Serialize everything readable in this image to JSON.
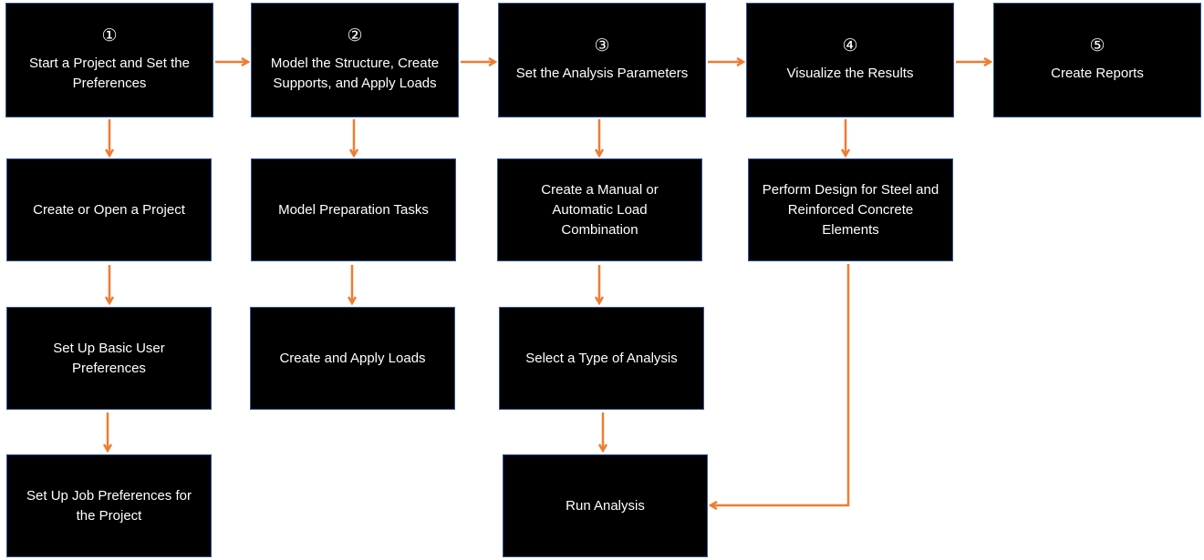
{
  "colors": {
    "box_fill": "#000000",
    "box_border": "#2f5597",
    "text": "#ffffff",
    "arrow": "#ed7d31"
  },
  "steps": [
    {
      "num": "①",
      "label": "Start a Project and Set the\nPreferences"
    },
    {
      "num": "②",
      "label": "Model the Structure, Create\nSupports, and Apply Loads"
    },
    {
      "num": "③",
      "label": "Set the Analysis Parameters"
    },
    {
      "num": "④",
      "label": "Visualize the Results"
    },
    {
      "num": "⑤",
      "label": "Create Reports"
    }
  ],
  "tasks": {
    "col1": [
      {
        "label": "Create or Open a Project"
      },
      {
        "label": "Set Up Basic User\nPreferences"
      },
      {
        "label": "Set Up Job Preferences for\nthe Project"
      }
    ],
    "col2": [
      {
        "label": "Model Preparation Tasks"
      },
      {
        "label": "Create and Apply Loads"
      }
    ],
    "col3": [
      {
        "label": "Create a Manual or\nAutomatic Load\nCombination"
      },
      {
        "label": "Select a Type of Analysis"
      },
      {
        "label": "Run Analysis"
      }
    ],
    "col4": [
      {
        "label": "Perform Design for Steel and\nReinforced Concrete\nElements"
      }
    ]
  }
}
